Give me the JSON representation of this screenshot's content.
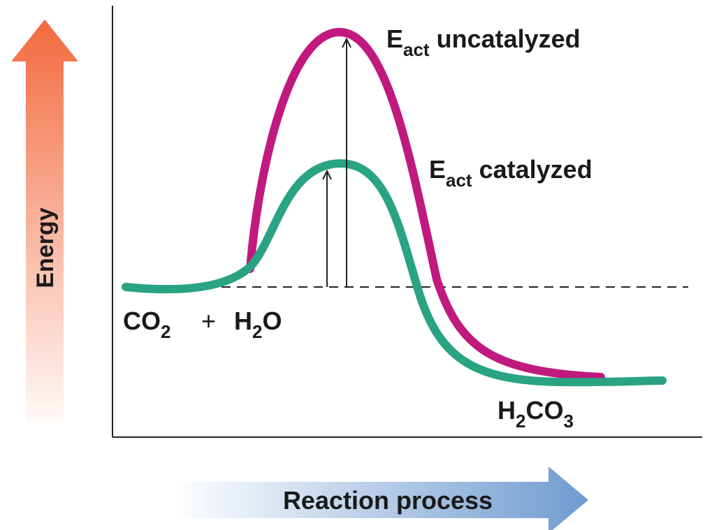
{
  "axes": {
    "y_label": "Energy",
    "x_label": "Reaction process"
  },
  "labels": {
    "uncatalyzed": {
      "main": "E",
      "sub": "act",
      "rest": " uncatalyzed"
    },
    "catalyzed": {
      "main": "E",
      "sub": "act",
      "rest": " catalyzed"
    },
    "reactants": {
      "co": "CO",
      "co_sub": "2",
      "plus": "+",
      "h": "H",
      "h_sub": "2",
      "o": "O"
    },
    "product": {
      "h": "H",
      "h_sub": "2",
      "co": "CO",
      "co_sub": "3"
    }
  },
  "colors": {
    "uncatalyzed_curve": "#c01a7e",
    "catalyzed_curve": "#2aa382",
    "energy_arrow": "#f26a3d",
    "reaction_arrow": "#6f9bcf",
    "axis": "#222222"
  }
}
